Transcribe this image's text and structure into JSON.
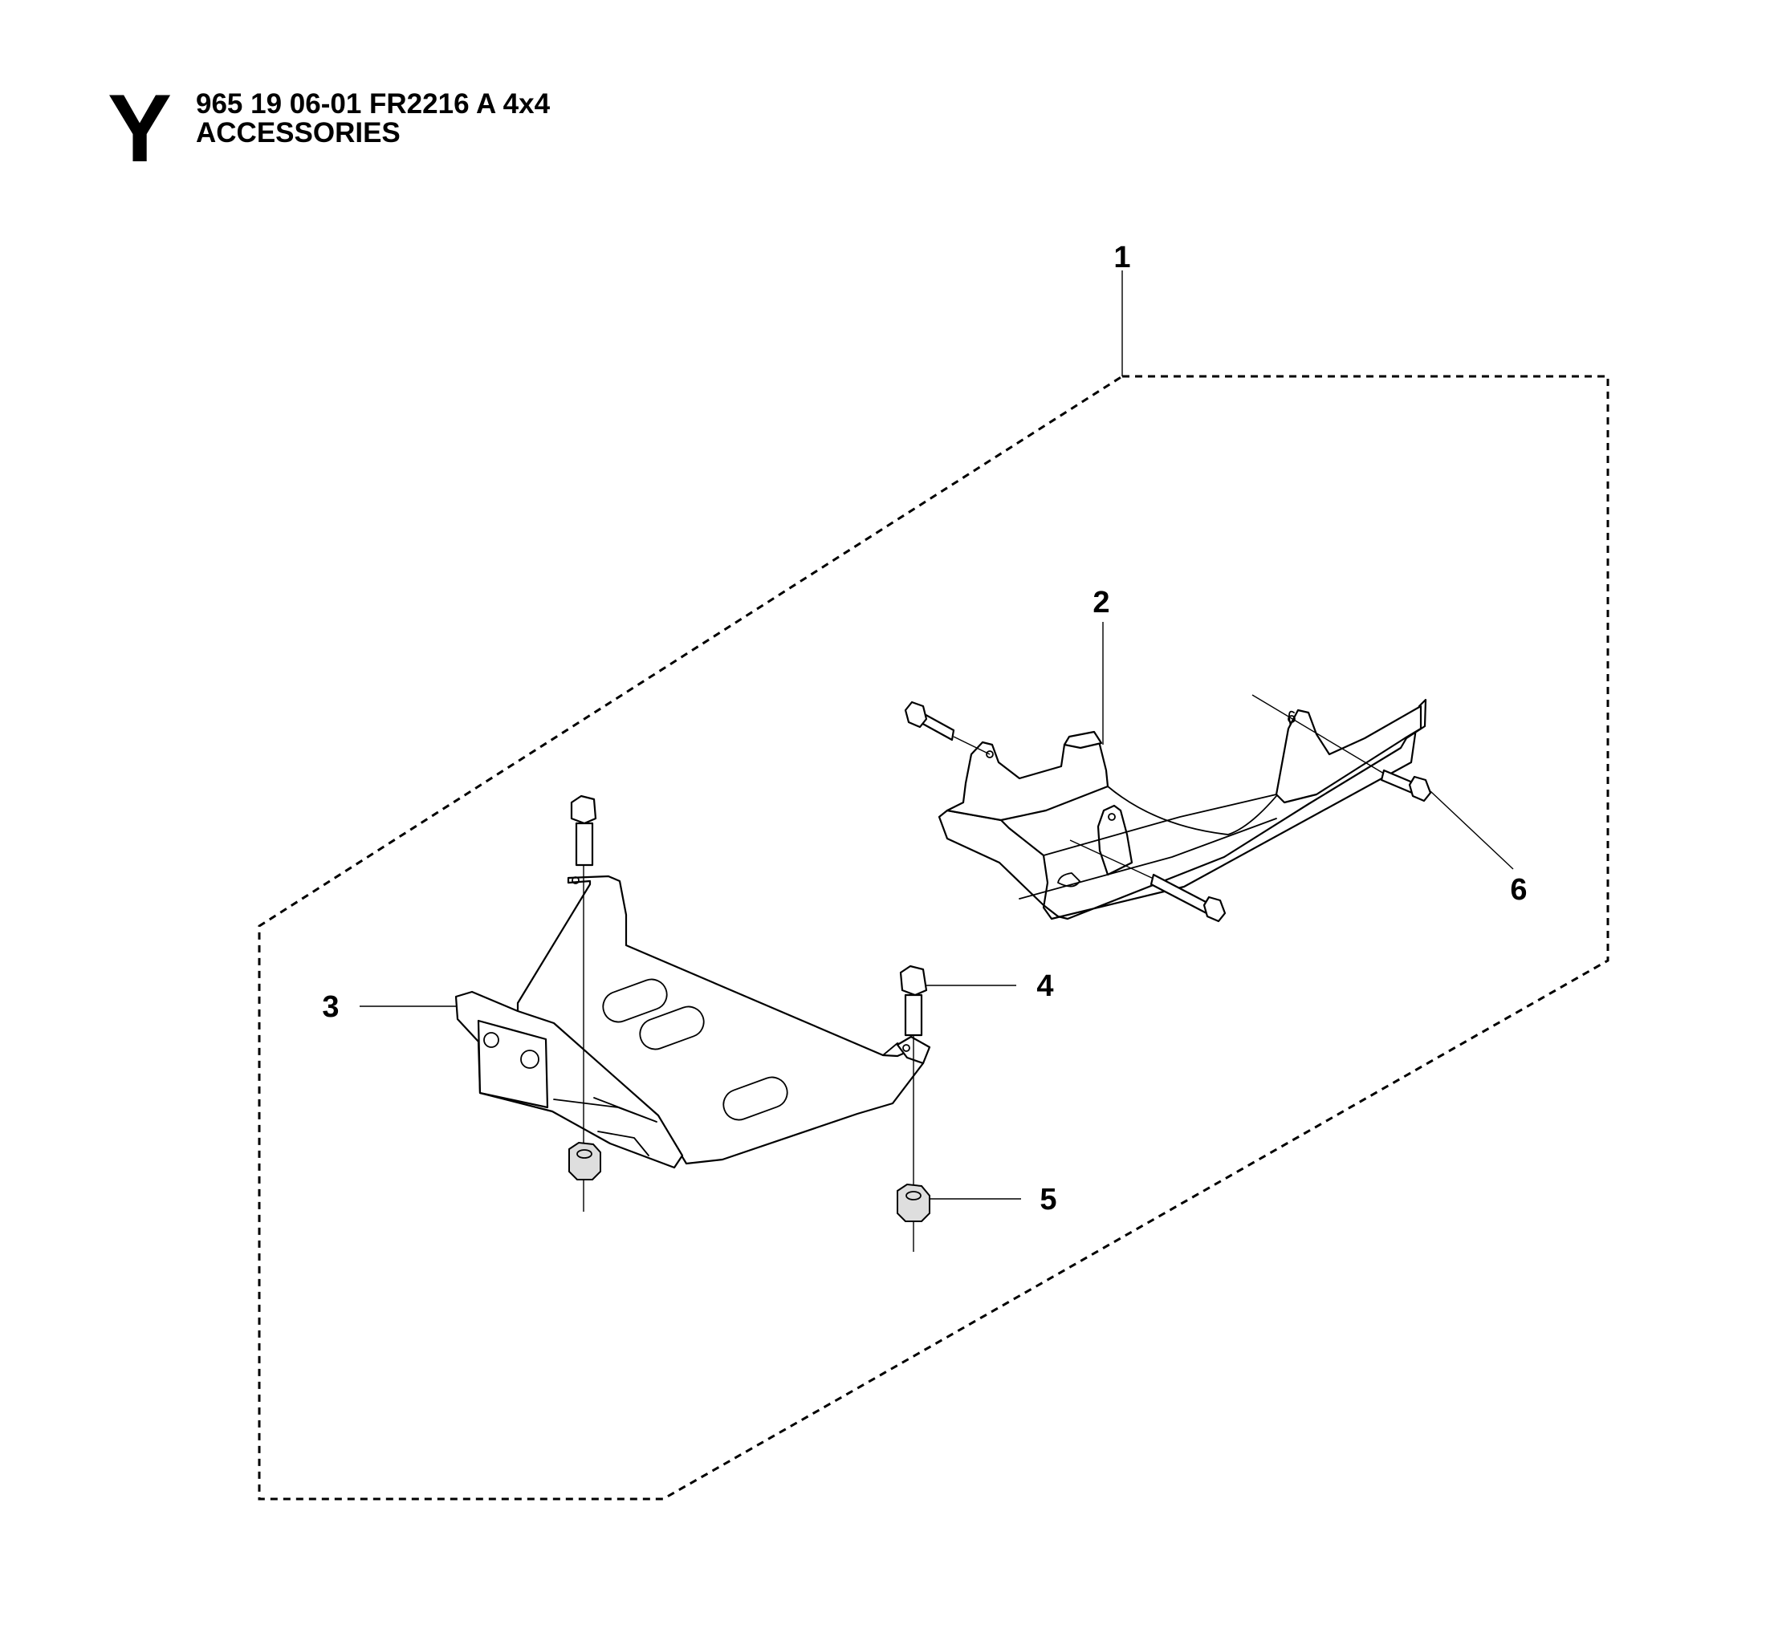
{
  "header": {
    "section_letter": "Y",
    "model_line": "965 19 06-01 FR2216 A 4x4",
    "group_title": "ACCESSORIES"
  },
  "callouts": [
    "1",
    "2",
    "3",
    "4",
    "5",
    "6"
  ]
}
